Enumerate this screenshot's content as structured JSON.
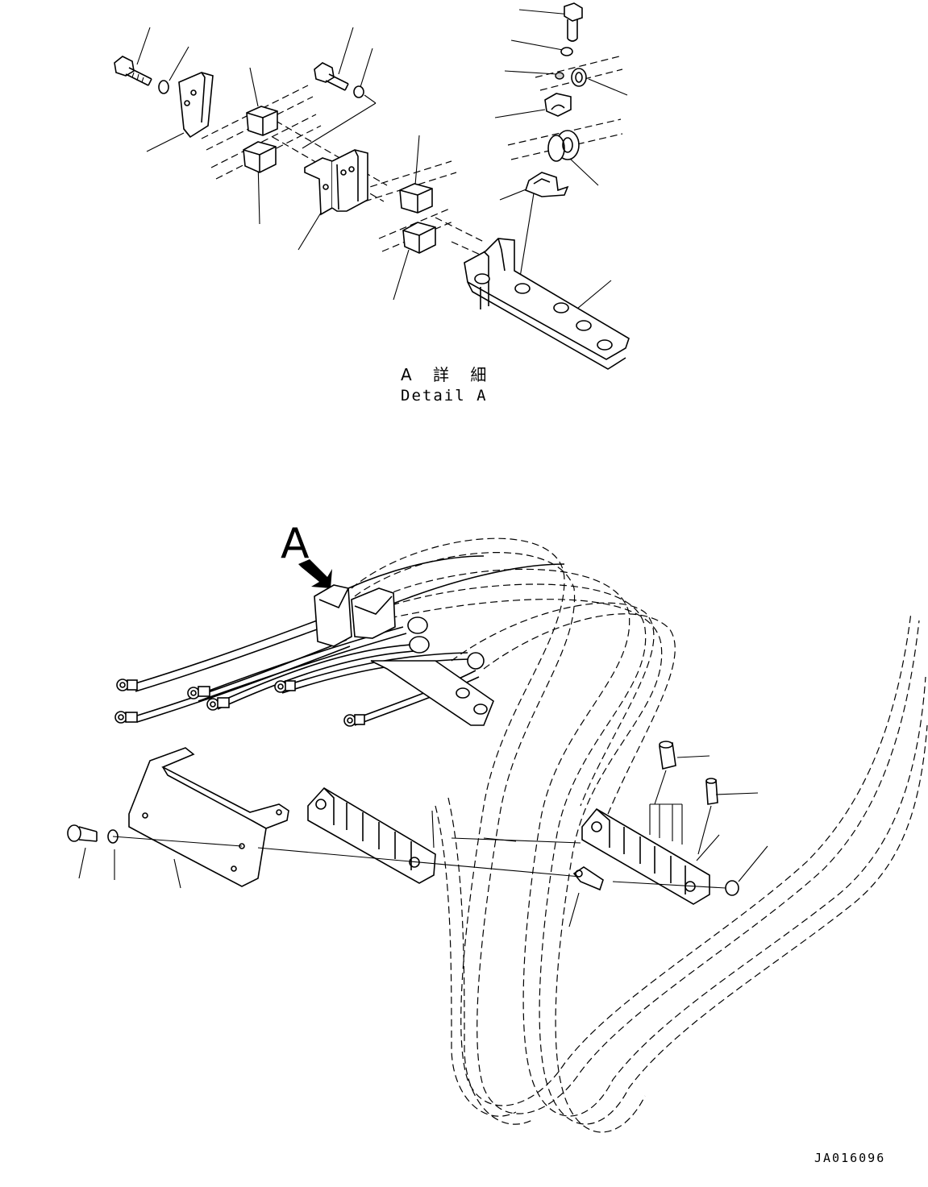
{
  "detail_caption": {
    "japanese": "A 詳 細",
    "english": "Detail A"
  },
  "view_marker": "A",
  "drawing_number": "JA016096"
}
